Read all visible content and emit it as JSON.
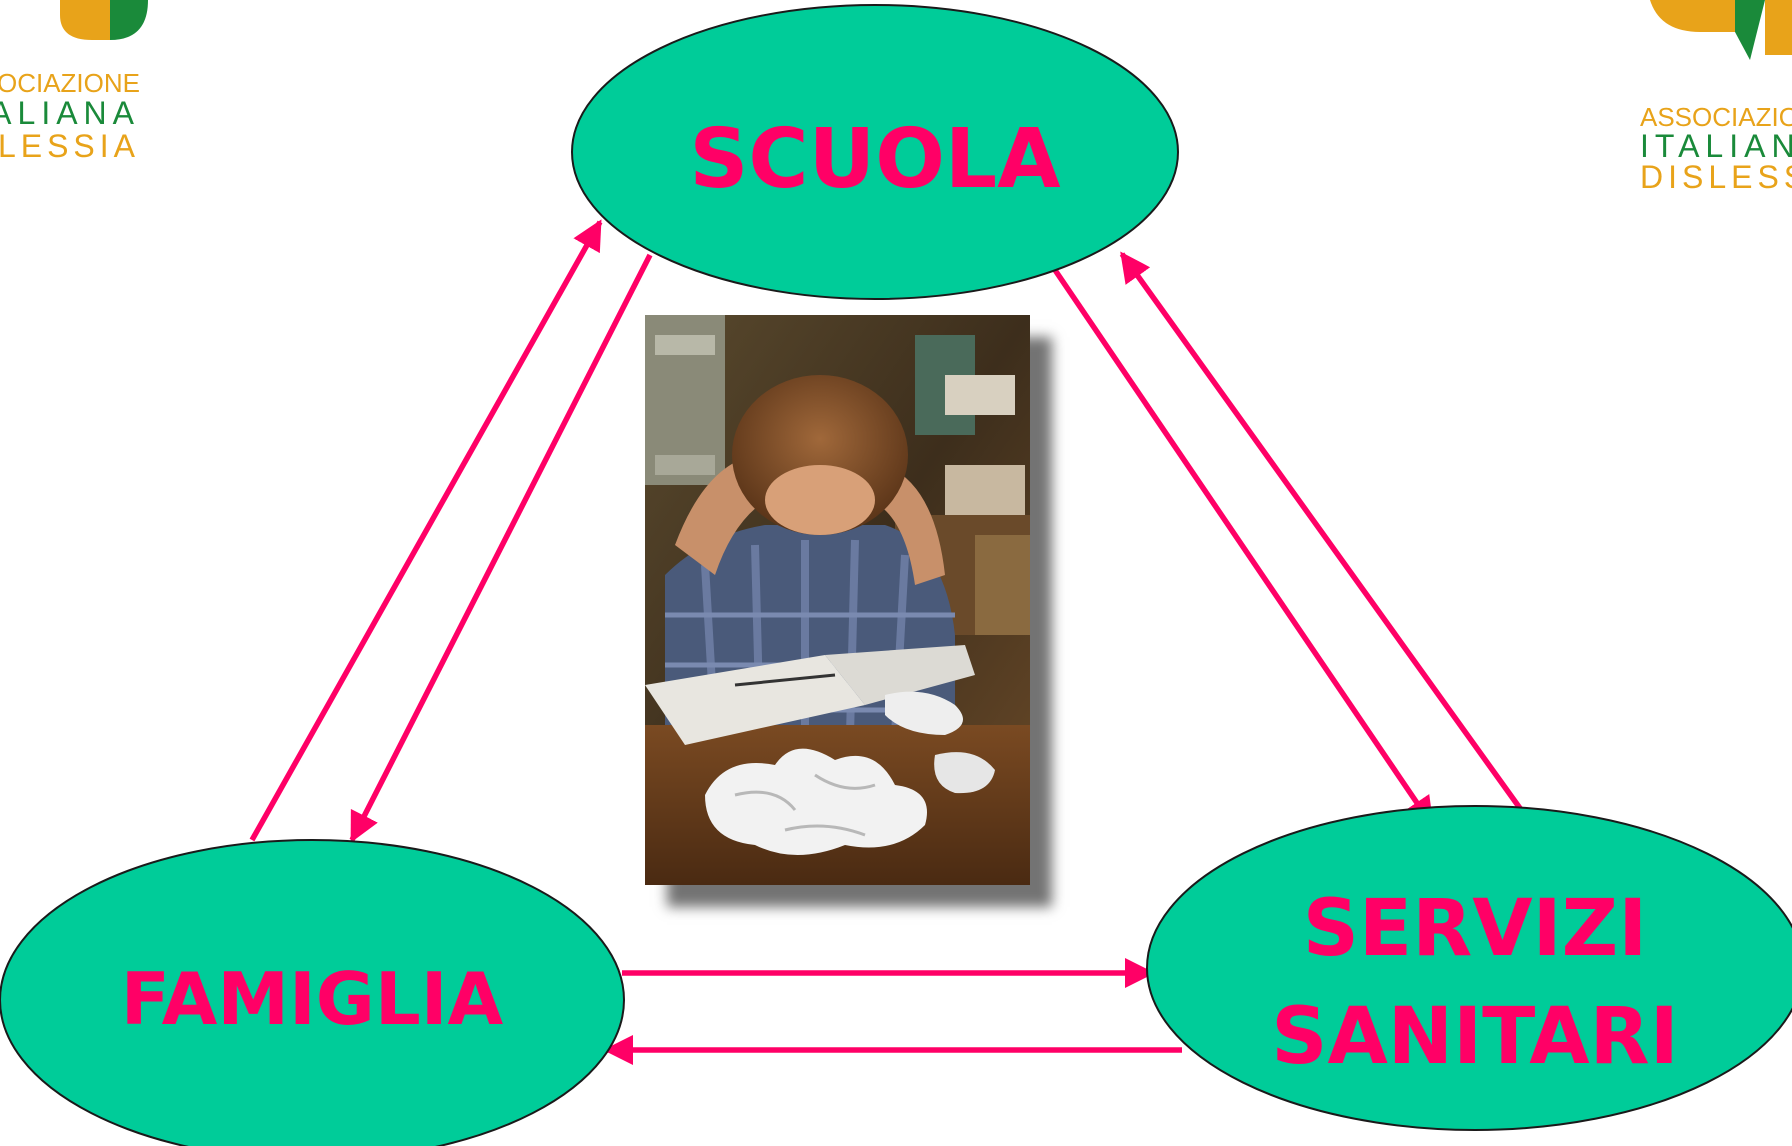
{
  "logo_left": {
    "line1": "ASSOCIAZIONE",
    "line2": "ITALIANA",
    "line3": "DISLESSIA"
  },
  "logo_right": {
    "line1": "ASSOCIAZIONE",
    "line2": "ITALIANA",
    "line3": "DISLESSIA"
  },
  "nodes": {
    "scuola": {
      "label": "SCUOLA"
    },
    "famiglia": {
      "label": "FAMIGLIA"
    },
    "servizi": {
      "line1": "SERVIZI",
      "line2": "SANITARI"
    }
  },
  "colors": {
    "ellipse_fill": "#00cc99",
    "arrow": "#ff0066",
    "label": "#ff0066",
    "logo_orange": "#e8a31a",
    "logo_green": "#1a8a3a"
  },
  "photo": {
    "subject": "child studying at table with crumpled paper"
  }
}
